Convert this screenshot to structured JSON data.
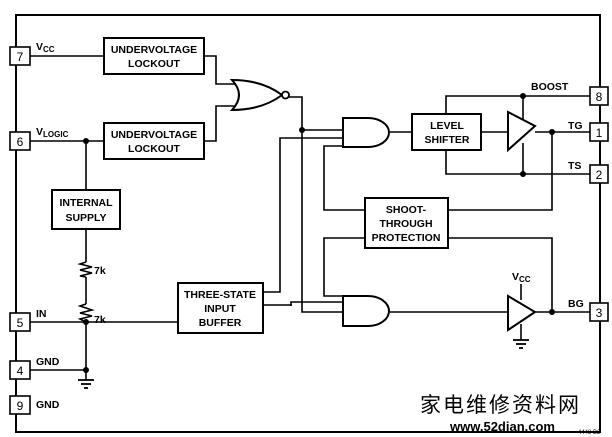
{
  "pins": {
    "vcc": {
      "number": "7",
      "label_main": "V",
      "label_sub": "CC"
    },
    "vlogic": {
      "number": "6",
      "label_main": "V",
      "label_sub": "LOGIC"
    },
    "in": {
      "number": "5",
      "label": "IN"
    },
    "gnd4": {
      "number": "4",
      "label": "GND"
    },
    "gnd9": {
      "number": "9",
      "label": "GND"
    },
    "boost": {
      "number": "8",
      "label": "BOOST"
    },
    "tg": {
      "number": "1",
      "label": "TG"
    },
    "ts": {
      "number": "2",
      "label": "TS"
    },
    "bg": {
      "number": "3",
      "label": "BG"
    }
  },
  "blocks": {
    "uvlo_top": [
      "UNDERVOLTAGE",
      "LOCKOUT"
    ],
    "uvlo_bottom": [
      "UNDERVOLTAGE",
      "LOCKOUT"
    ],
    "internal_supply": [
      "INTERNAL",
      "SUPPLY"
    ],
    "three_state": [
      "THREE-STATE",
      "INPUT",
      "BUFFER"
    ],
    "level_shifter": [
      "LEVEL",
      "SHIFTER"
    ],
    "shoot_through": [
      "SHOOT-",
      "THROUGH",
      "PROTECTION"
    ]
  },
  "resistors": {
    "upper": "7k",
    "lower": "7k"
  },
  "driver_supply": {
    "label_main": "V",
    "label_sub": "CC"
  },
  "watermark": {
    "text": "家电维修资料网",
    "url": "www.52dian.com",
    "part_code": "4448 B2"
  }
}
